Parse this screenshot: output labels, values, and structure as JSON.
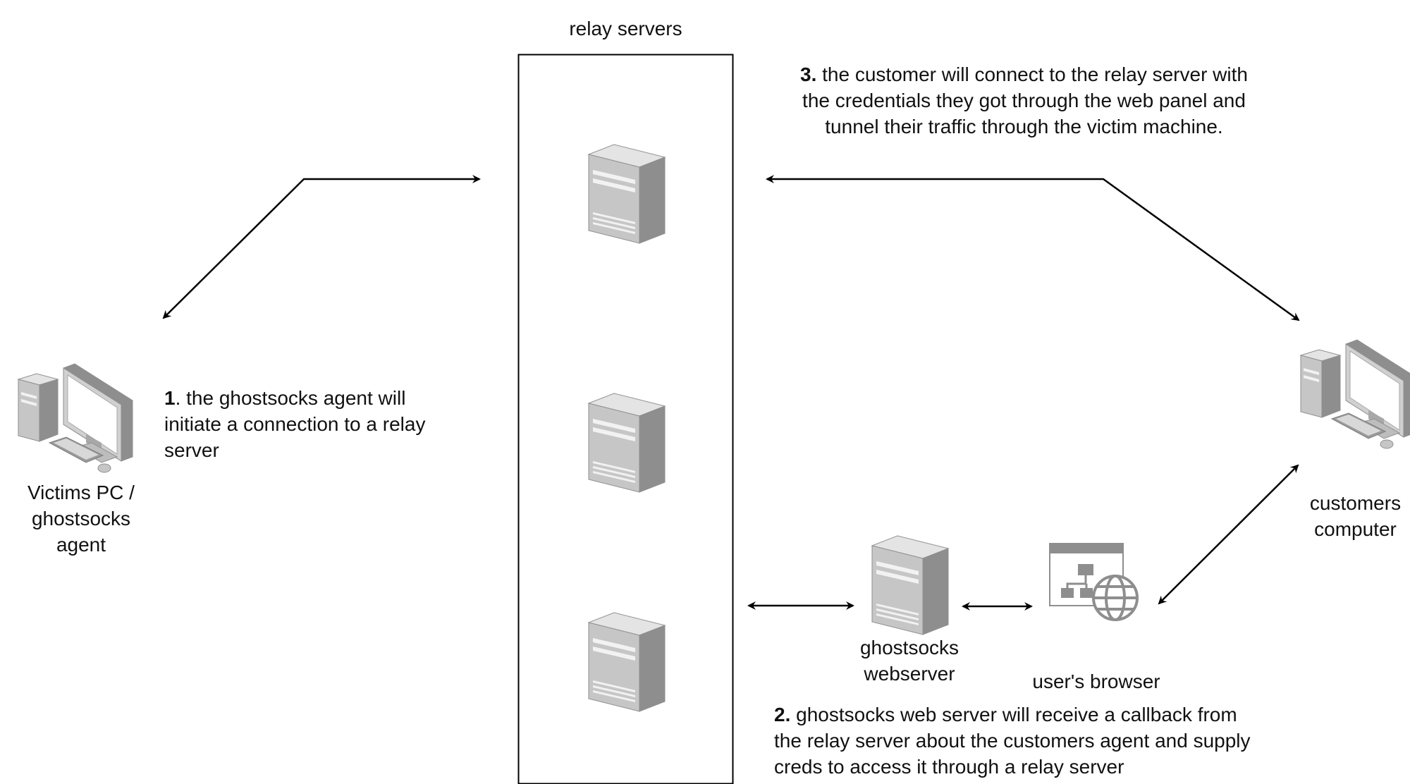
{
  "diagram": {
    "relay": {
      "title": "relay servers",
      "icons": [
        "server-icon",
        "server-icon",
        "server-icon"
      ]
    },
    "victim": {
      "label_lines": [
        "Victims PC /",
        "ghostsocks",
        "agent"
      ],
      "icon": "desktop-computer-icon"
    },
    "customer": {
      "label_lines": [
        "customers",
        "computer"
      ],
      "icon": "desktop-computer-icon"
    },
    "webserver": {
      "label_lines": [
        "ghostsocks",
        "webserver"
      ],
      "icon": "server-icon"
    },
    "browser": {
      "label": "user's browser",
      "icon": "web-browser-globe-icon"
    },
    "steps": {
      "step1": {
        "number": "1",
        "lines": [
          ". the ghostsocks agent will",
          "initiate a connection to a relay",
          "server"
        ]
      },
      "step2": {
        "number": "2.",
        "lines": [
          " ghostsocks web server will receive a callback from",
          "the relay server about the customers agent and supply",
          "creds to access it through a relay server"
        ]
      },
      "step3": {
        "number": "3.",
        "lines": [
          " the customer will connect to the relay server with",
          "the credentials they got through the web panel and",
          "tunnel their traffic through the victim machine."
        ]
      }
    },
    "colors": {
      "line": "#000000",
      "server_front": "#8f8f8f",
      "server_side": "#c9c9c9",
      "server_top": "#e2e2e2"
    }
  }
}
